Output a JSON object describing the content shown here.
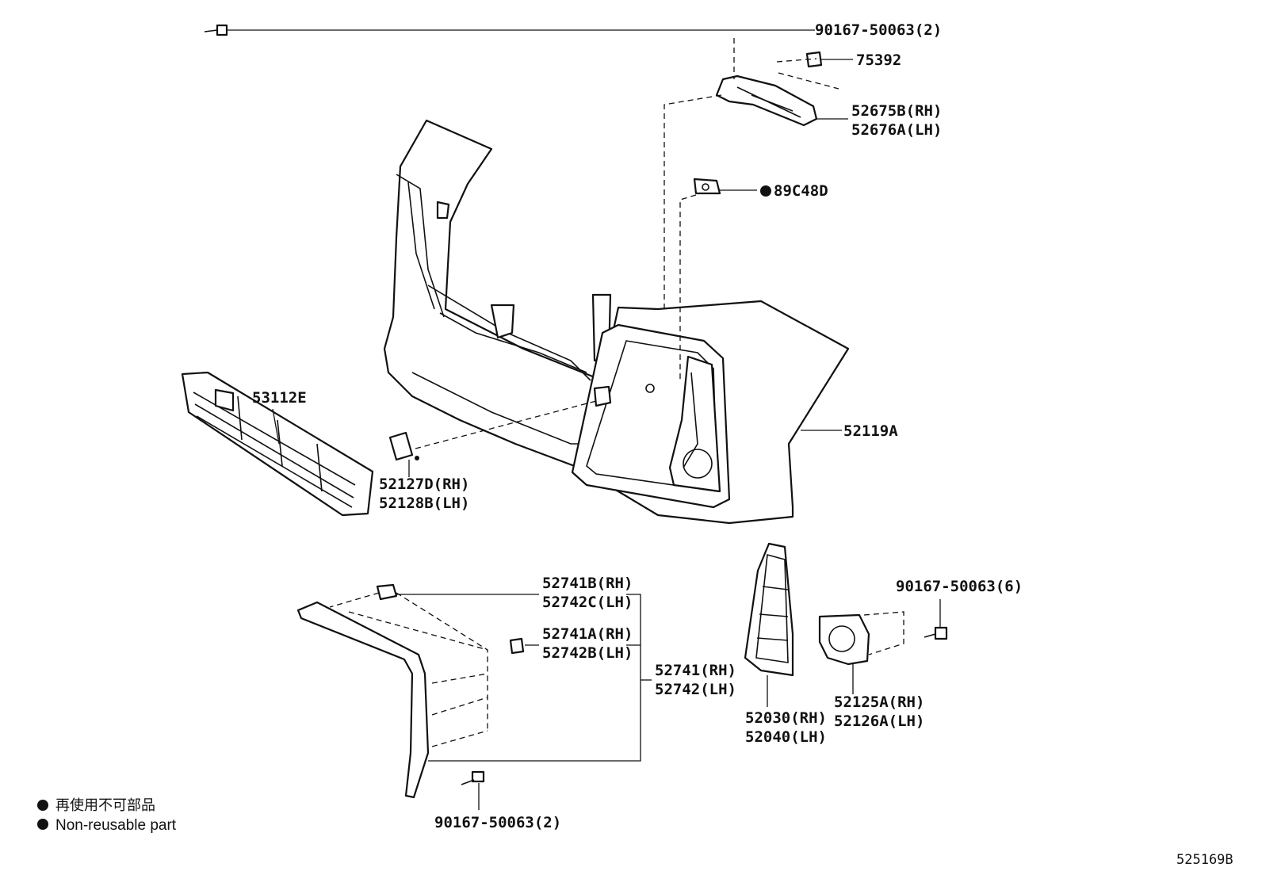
{
  "labels": {
    "bolt_top": "90167-50063(2)",
    "clip_75392": "75392",
    "bracket_rh": "52675B(RH)",
    "bracket_lh": "52676A(LH)",
    "retainer": "89C48D",
    "grille": "53112E",
    "cover": "52119A",
    "cap_rh": "52127D(RH)",
    "cap_lh": "52128B(LH)",
    "clip_b_rh": "52741B(RH)",
    "clip_c_lh": "52742C(LH)",
    "clip_a_rh": "52741A(RH)",
    "clip_bb_lh": "52742B(LH)",
    "molding_rh": "52741(RH)",
    "molding_lh": "52742(LH)",
    "bezel_rh": "52030(RH)",
    "bezel_lh": "52040(LH)",
    "bolt_right": "90167-50063(6)",
    "lamp_rh": "52125A(RH)",
    "lamp_lh": "52126A(LH)",
    "bolt_bottom": "90167-50063(2)"
  },
  "legend": {
    "line1": "再使用不可部品",
    "line2": "Non-reusable part"
  },
  "reference": "525169B"
}
